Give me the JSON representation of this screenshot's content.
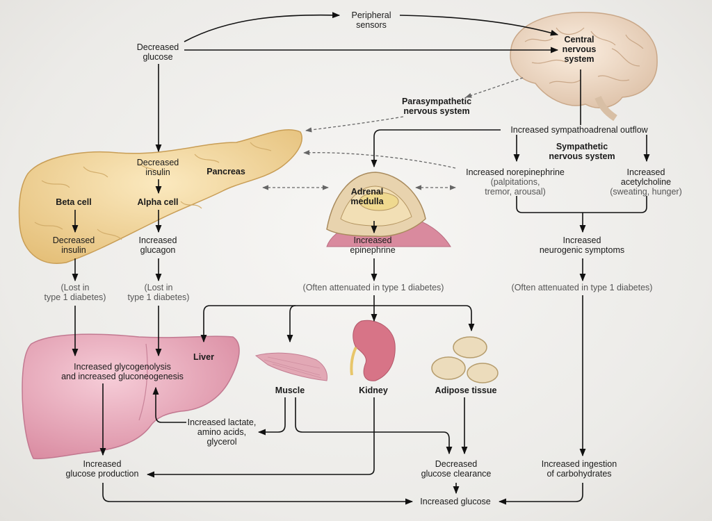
{
  "nodes": {
    "peripheral_sensors": "Peripheral\nsensors",
    "decreased_glucose": "Decreased\nglucose",
    "central_nervous_system": "Central\nnervous\nsystem",
    "parasympathetic": "Parasympathetic\nnervous system",
    "sympathoadrenal_outflow": "Increased sympathoadrenal outflow",
    "sympathetic": "Sympathetic\nnervous system",
    "decreased_insulin_top": "Decreased\ninsulin",
    "pancreas": "Pancreas",
    "beta_cell": "Beta cell",
    "alpha_cell": "Alpha cell",
    "decreased_insulin_beta": "Decreased\ninsulin",
    "increased_glucagon": "Increased\nglucagon",
    "adrenal_medulla": "Adrenal\nmedulla",
    "increased_epinephrine": "Increased\nepinephrine",
    "increased_norepinephrine": "Increased norepinephrine",
    "norepinephrine_note": "(palpitations,\ntremor, arousal)",
    "increased_acetylcholine": "Increased\nacetylcholine",
    "acetylcholine_note": "(sweating, hunger)",
    "neurogenic_symptoms": "Increased\nneurogenic symptoms",
    "lost_insulin": "(Lost in\ntype 1 diabetes)",
    "lost_glucagon": "(Lost in\ntype 1 diabetes)",
    "attenuated_epinephrine": "(Often attenuated in type 1 diabetes)",
    "attenuated_symptoms": "(Often attenuated in type 1 diabetes)",
    "liver": "Liver",
    "glycogenolysis": "Increased glycogenolysis\nand increased gluconeogenesis",
    "muscle": "Muscle",
    "kidney": "Kidney",
    "adipose": "Adipose tissue",
    "lactate": "Increased lactate,\namino acids,\nglycerol",
    "glucose_production": "Increased\nglucose production",
    "glucose_clearance": "Decreased\nglucose clearance",
    "ingestion": "Increased ingestion\nof carbohydrates",
    "increased_glucose": "Increased glucose"
  },
  "colors": {
    "pancreas": "#f3d9a0",
    "liver": "#e8a9bb",
    "brain": "#f1dcc6",
    "kidney": "#d86f7f",
    "arrow": "#111111",
    "dashed_arrow": "#666666"
  }
}
